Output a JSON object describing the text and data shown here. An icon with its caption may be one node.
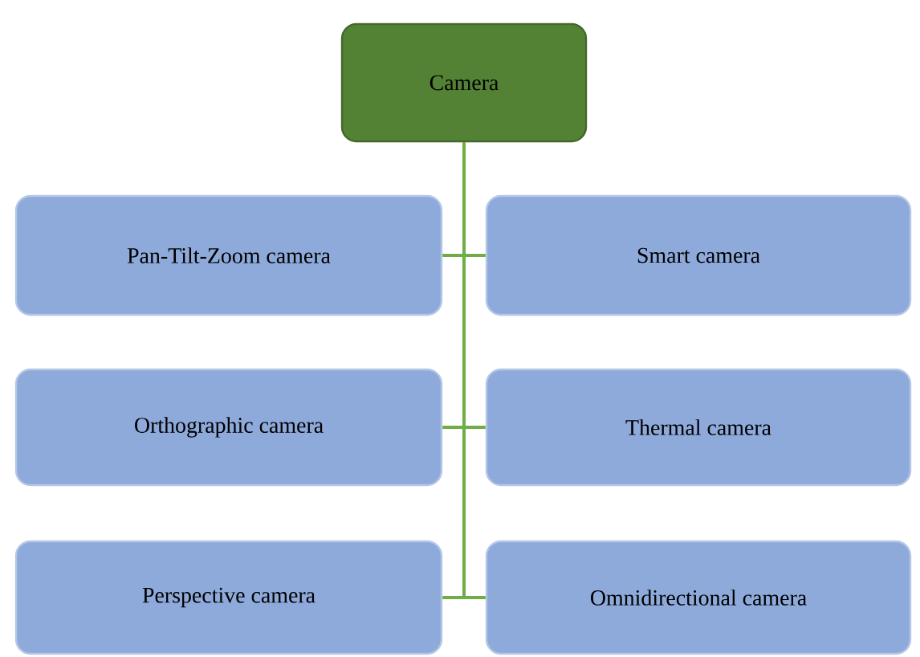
{
  "diagram": {
    "nodes": [
      {
        "text": [
          "Camera"
        ]
      },
      {
        "text": [
          "Pan-Tilt-Zoom camera"
        ]
      },
      {
        "text": [
          "Smart camera"
        ]
      },
      {
        "text": [
          "Orthographic camera"
        ]
      },
      {
        "text": [
          "Thermal camera"
        ]
      },
      {
        "text": [
          "Perspective camera"
        ]
      },
      {
        "text": [
          "Omnidirectional camera"
        ]
      }
    ],
    "edges": [
      {
        "from": 0,
        "to": 1,
        "arrow": "none"
      },
      {
        "from": 0,
        "to": 2,
        "arrow": "none"
      },
      {
        "from": 0,
        "to": 3,
        "arrow": "none"
      },
      {
        "from": 0,
        "to": 4,
        "arrow": "none"
      },
      {
        "from": 0,
        "to": 5,
        "arrow": "none"
      },
      {
        "from": 0,
        "to": 6,
        "arrow": "none"
      }
    ]
  }
}
